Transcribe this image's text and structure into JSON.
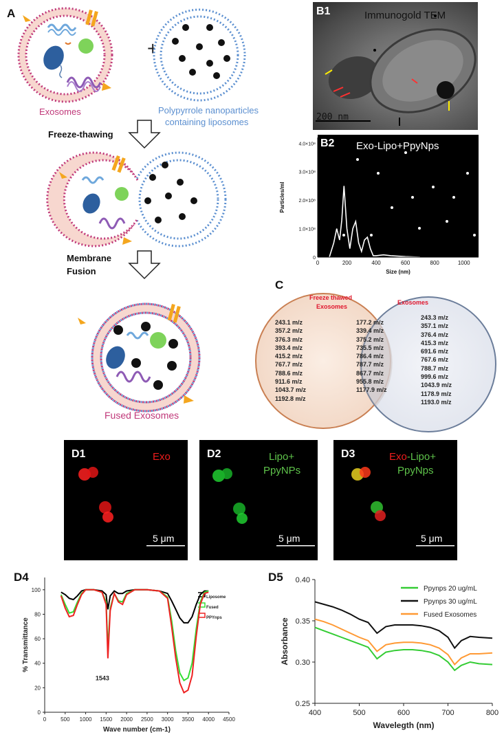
{
  "panelA": {
    "letter": "A",
    "exosomes_label": "Exosomes",
    "plus": "+",
    "liposome_label_line1": "Polypyrrole nanoparticles",
    "liposome_label_line2": "containing liposomes",
    "step1": "Freeze-thawing",
    "step2_line1": "Membrane",
    "step2_line2": "Fusion",
    "fused_label": "Fused Exosomes",
    "colors": {
      "exosome_membrane": "#c0397a",
      "liposome_membrane": "#5b8fd0",
      "exosome_fill": "#f7d7cf",
      "liposome_fill": "#ffffff",
      "fused_membrane_outer": "#5b8fd0",
      "fused_membrane_inner": "#c0397a"
    }
  },
  "panelB1": {
    "letter": "B1",
    "title": "Immunogold TEM",
    "scale": "200 nm"
  },
  "panelB2": {
    "letter": "B2",
    "title": "Exo-Lipo+PpyNps",
    "chart_data": {
      "type": "line",
      "xlabel": "Size (nm)",
      "ylabel": "Particles/ml",
      "xlim": [
        0,
        1100
      ],
      "ylim": [
        0,
        420000000.0
      ],
      "x_ticks": [
        "0",
        "200",
        "400",
        "600",
        "800",
        "1000"
      ],
      "y_ticks": [
        "0",
        "1.0×10⁸",
        "2.0×10⁸",
        "3.0×10⁸",
        "4.0×10⁸"
      ],
      "series": [
        {
          "x": [
            80,
            110,
            130,
            150,
            165,
            180,
            200,
            220,
            240,
            260,
            280,
            300,
            320,
            340,
            360,
            380,
            400,
            450,
            500,
            600,
            700
          ],
          "values": [
            0,
            50000000.0,
            100000000.0,
            60000000.0,
            130000000.0,
            250000000.0,
            100000000.0,
            30000000.0,
            100000000.0,
            125000000.0,
            50000000.0,
            20000000.0,
            60000000.0,
            70000000.0,
            30000000.0,
            5000000.0,
            5000000.0,
            8000000.0,
            5000000.0,
            2000000.0,
            0
          ]
        }
      ]
    }
  },
  "panelC": {
    "letter": "C",
    "left_title_line1": "Freeze thawed",
    "left_title_line2": "Exosomes",
    "right_title": "Exosomes",
    "left_only": [
      "243.1 m/z",
      "357.2 m/z",
      "376.3 m/z",
      "393.4 m/z",
      "415.2 m/z",
      "767.7 m/z",
      "788.6 m/z",
      "911.6 m/z",
      "1043.7 m/z",
      "1192.8 m/z"
    ],
    "shared": [
      "177.2 m/z",
      "339.4 m/z",
      "375.2 m/z",
      "735.5 m/z",
      "786.4 m/z",
      "787.7 m/z",
      "867.7 m/z",
      "955.8 m/z",
      "1177.9 m/z"
    ],
    "right_only": [
      "243.3 m/z",
      "357.1 m/z",
      "376.4 m/z",
      "415.3 m/z",
      "691.6 m/z",
      "767.6 m/z",
      "788.7 m/z",
      "999.6 m/z",
      "1043.9 m/z",
      "1178.9 m/z",
      "1193.0 m/z"
    ]
  },
  "panelD1": {
    "letter": "D1",
    "label": "Exo",
    "scale": "5 μm"
  },
  "panelD2": {
    "letter": "D2",
    "label_line1": "Lipo+",
    "label_line2": "PpyNPs",
    "scale": "5 μm"
  },
  "panelD3": {
    "letter": "D3",
    "label_red": "Exo",
    "label_green1": "-Lipo+",
    "label_green2": "PpyNps",
    "scale": "5 μm"
  },
  "panelD4": {
    "letter": "D4",
    "annotation": "1543",
    "chart_data": {
      "type": "line",
      "xlabel": "Wave number (cm-1)",
      "ylabel": "% Transmittance",
      "xlim": [
        0,
        4500
      ],
      "ylim": [
        0,
        110
      ],
      "x_ticks": [
        "0",
        "500",
        "1000",
        "1500",
        "2000",
        "2500",
        "3000",
        "3500",
        "4000",
        "4500"
      ],
      "y_ticks": [
        "0",
        "20",
        "40",
        "60",
        "80",
        "100"
      ],
      "series": [
        {
          "name": "Liposome",
          "color": "#000000",
          "x": [
            400,
            500,
            600,
            700,
            800,
            900,
            1000,
            1200,
            1400,
            1500,
            1543,
            1600,
            1700,
            1800,
            1900,
            2000,
            2200,
            2500,
            2800,
            3000,
            3100,
            3200,
            3300,
            3400,
            3500,
            3600,
            3700,
            3800,
            3900,
            4000
          ],
          "values": [
            98,
            96,
            93,
            92,
            95,
            99,
            100,
            100,
            99,
            96,
            84,
            95,
            99,
            97,
            97,
            99,
            100,
            100,
            99,
            97,
            91,
            84,
            77,
            73,
            73,
            78,
            88,
            96,
            99,
            99
          ]
        },
        {
          "name": "Fused",
          "color": "#33dd33",
          "x": [
            400,
            500,
            600,
            700,
            800,
            900,
            1000,
            1200,
            1400,
            1500,
            1543,
            1600,
            1700,
            1800,
            1900,
            2000,
            2200,
            2500,
            2800,
            3000,
            3100,
            3200,
            3300,
            3400,
            3500,
            3600,
            3700,
            3800,
            3900,
            4000
          ],
          "values": [
            96,
            88,
            81,
            82,
            90,
            97,
            100,
            100,
            98,
            90,
            52,
            85,
            97,
            91,
            90,
            97,
            100,
            100,
            99,
            94,
            75,
            50,
            32,
            26,
            28,
            40,
            68,
            90,
            98,
            99
          ]
        },
        {
          "name": "PPYnps",
          "color": "#ee2222",
          "x": [
            400,
            500,
            600,
            700,
            800,
            900,
            1000,
            1200,
            1400,
            1500,
            1543,
            1600,
            1700,
            1800,
            1900,
            2000,
            2200,
            2500,
            2800,
            3000,
            3100,
            3200,
            3300,
            3400,
            3500,
            3600,
            3700,
            3800,
            3900,
            4000
          ],
          "values": [
            95,
            85,
            78,
            79,
            88,
            96,
            100,
            100,
            98,
            88,
            44,
            83,
            97,
            90,
            88,
            96,
            100,
            100,
            99,
            93,
            70,
            44,
            24,
            16,
            18,
            30,
            62,
            88,
            97,
            98
          ]
        }
      ]
    }
  },
  "panelD5": {
    "letter": "D5",
    "chart_data": {
      "type": "line",
      "xlabel": "Wavelegth (nm)",
      "ylabel": "Absorbance",
      "xlim": [
        400,
        800
      ],
      "ylim": [
        0.25,
        0.4
      ],
      "x_ticks": [
        "400",
        "500",
        "600",
        "700",
        "800"
      ],
      "y_ticks": [
        "0.25",
        "0.30",
        "0.35",
        "0.40"
      ],
      "series": [
        {
          "name": "Ppynps 20 ug/mL",
          "color": "#33cc33",
          "x": [
            400,
            420,
            440,
            460,
            480,
            500,
            520,
            540,
            560,
            580,
            600,
            620,
            640,
            660,
            680,
            700,
            715,
            730,
            750,
            770,
            800
          ],
          "values": [
            0.342,
            0.338,
            0.334,
            0.33,
            0.326,
            0.322,
            0.318,
            0.304,
            0.312,
            0.314,
            0.315,
            0.315,
            0.314,
            0.312,
            0.308,
            0.3,
            0.29,
            0.296,
            0.3,
            0.298,
            0.297
          ]
        },
        {
          "name": "Ppynps 30 ug/mL",
          "color": "#111111",
          "x": [
            400,
            420,
            440,
            460,
            480,
            500,
            520,
            540,
            560,
            580,
            600,
            620,
            640,
            660,
            680,
            700,
            715,
            730,
            750,
            770,
            800
          ],
          "values": [
            0.373,
            0.37,
            0.367,
            0.363,
            0.358,
            0.352,
            0.348,
            0.335,
            0.343,
            0.345,
            0.345,
            0.345,
            0.344,
            0.342,
            0.338,
            0.33,
            0.317,
            0.326,
            0.331,
            0.33,
            0.329
          ]
        },
        {
          "name": "Fused Exosomes",
          "color": "#ff9933",
          "x": [
            400,
            420,
            440,
            460,
            480,
            500,
            520,
            540,
            560,
            580,
            600,
            620,
            640,
            660,
            680,
            700,
            715,
            730,
            750,
            770,
            800
          ],
          "values": [
            0.352,
            0.349,
            0.345,
            0.34,
            0.335,
            0.33,
            0.326,
            0.313,
            0.321,
            0.323,
            0.324,
            0.324,
            0.323,
            0.321,
            0.317,
            0.309,
            0.297,
            0.305,
            0.31,
            0.31,
            0.311
          ]
        }
      ]
    }
  }
}
